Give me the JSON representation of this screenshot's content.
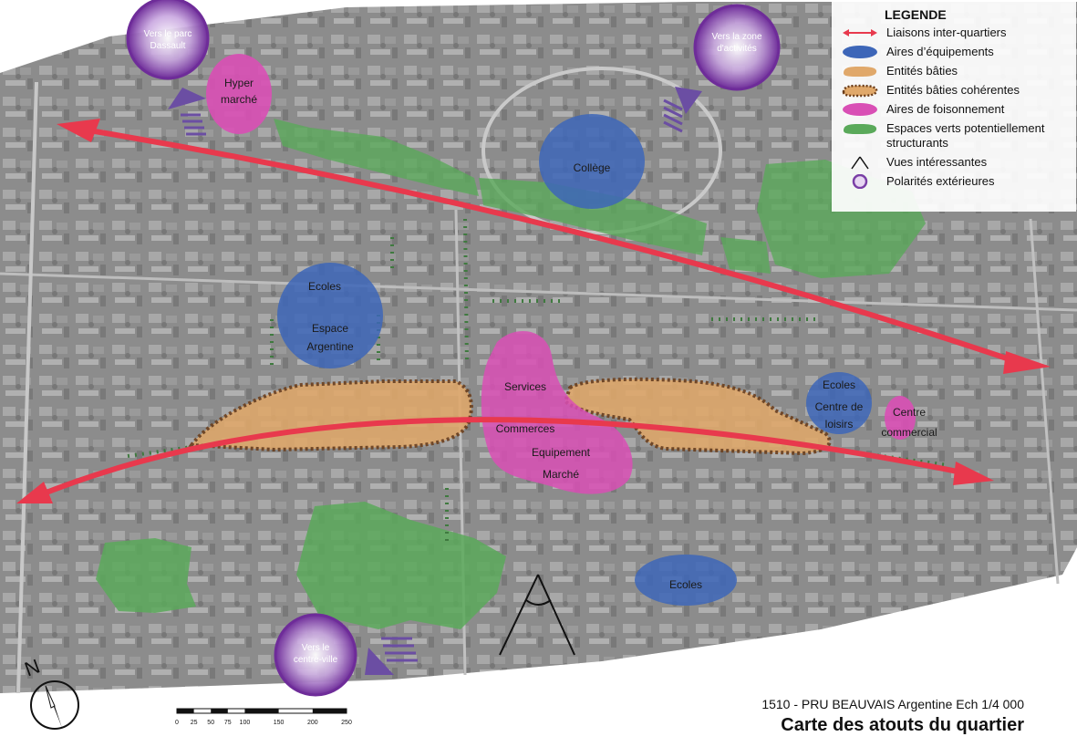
{
  "legend": {
    "title": "LEGENDE",
    "items": [
      {
        "label": "Liaisons inter-quartiers",
        "kind": "arrow",
        "color": "#e8394d"
      },
      {
        "label": "Aires d’équipements",
        "kind": "ellipse",
        "color": "#3d66b8"
      },
      {
        "label": "Entités bâties",
        "kind": "blob",
        "color": "#e0a86a"
      },
      {
        "label": "Entités bâties cohérentes",
        "kind": "blob-dotted",
        "color": "#e0a86a"
      },
      {
        "label": "Aires de foisonnement",
        "kind": "ellipse",
        "color": "#d94fb5"
      },
      {
        "label": "Espaces verts potentiellement structurants",
        "kind": "blob",
        "color": "#5aa95a"
      },
      {
        "label": "Vues intéressantes",
        "kind": "view",
        "color": "#111111"
      },
      {
        "label": "Polarités extérieures",
        "kind": "polarity",
        "color": "#7a3fa6"
      }
    ]
  },
  "map_labels": {
    "hypermarche_1": "Hyper",
    "hypermarche_2": "marché",
    "college": "Collège",
    "ecoles_west": "Ecoles",
    "espace": "Espace",
    "argentine": "Argentine",
    "services": "Services",
    "commerces": "Commerces",
    "equipement": "Equipement",
    "marche": "Marché",
    "ecoles_east": "Ecoles",
    "centre_de": "Centre de",
    "loisirs": "loisirs",
    "centre_1": "Centre",
    "commercial": "commercial",
    "ecoles_south": "Ecoles"
  },
  "polarities": {
    "parc_1": "Vers  le parc",
    "parc_2": "Dassault",
    "zone_1": "Vers la zone",
    "zone_2": "d'activités",
    "centre_1": "Vers le",
    "centre_2": "centre-ville"
  },
  "north_label": "N",
  "scale": {
    "ticks": [
      "0",
      "25",
      "50",
      "75",
      "100",
      "150",
      "200",
      "250"
    ],
    "values": [
      0,
      25,
      50,
      75,
      100,
      150,
      200,
      250
    ]
  },
  "title_block": {
    "subtitle": "1510 - PRU BEAUVAIS Argentine Ech 1/4 000",
    "title": "Carte des atouts du quartier"
  },
  "colors": {
    "aerial_base": "#8e8e8e",
    "arrow": "#e8394d",
    "equipment": "#3d66b8",
    "built": "#e0a86a",
    "foisonnement": "#d94fb5",
    "green": "#5aa95a",
    "polarity": "#7a3fa6"
  }
}
